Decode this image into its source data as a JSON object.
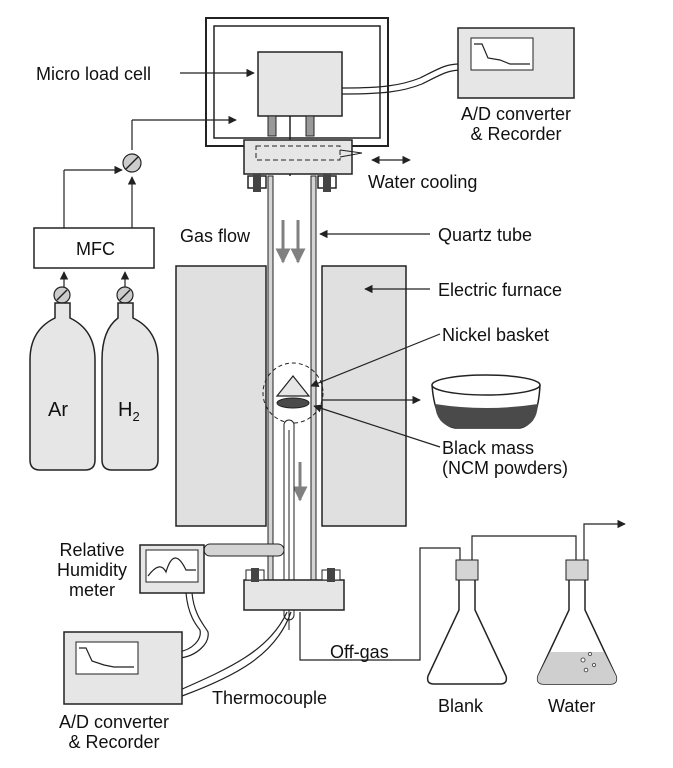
{
  "labels": {
    "micro_load_cell": "Micro load cell",
    "ad_converter_top_line1": "A/D converter",
    "ad_converter_top_line2": "& Recorder",
    "water_cooling": "Water cooling",
    "gas_flow": "Gas flow",
    "quartz_tube": "Quartz tube",
    "mfc": "MFC",
    "electric_furnace": "Electric furnace",
    "nickel_basket": "Nickel basket",
    "black_mass_line1": "Black mass",
    "black_mass_line2": "(NCM powders)",
    "argon": "Ar",
    "hydrogen_base": "H",
    "hydrogen_sub": "2",
    "rh_line1": "Relative",
    "rh_line2": "Humidity",
    "rh_line3": "meter",
    "off_gas": "Off-gas",
    "thermocouple": "Thermocouple",
    "blank": "Blank",
    "water": "Water",
    "ad_converter_bottom_line1": "A/D converter",
    "ad_converter_bottom_line2": "& Recorder"
  },
  "colors": {
    "line": "#222222",
    "panel_fill": "#e6e6e6",
    "furnace_fill": "#e0e0e0",
    "tube_fill": "#d4d4d4",
    "flow_arrow": "#808080",
    "powder_fill": "#4a4a4a",
    "water_fill": "#cfcfcf"
  }
}
